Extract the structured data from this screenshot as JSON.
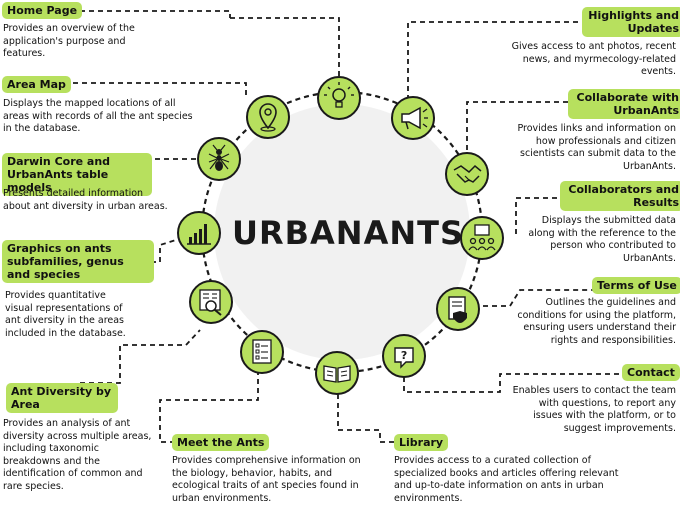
{
  "center": {
    "title": "URBANANTS"
  },
  "sections": [
    {
      "id": "home",
      "label": "Home Page",
      "desc": "Provides an overview of the application's purpose and features.",
      "icon": "bulb-icon"
    },
    {
      "id": "highlights",
      "label": "Highlights and Updates",
      "desc": "Gives access to ant photos, recent news, and myrmecology-related events.",
      "icon": "megaphone-icon"
    },
    {
      "id": "areamap",
      "label": "Area Map",
      "desc": "Displays the mapped locations of all areas with records of all the ant species in the database.",
      "icon": "location-pin-icon"
    },
    {
      "id": "collaborate",
      "label": "Collaborate with UrbanAnts",
      "desc": "Provides links and information on how professionals and citizen scientists can submit data to the UrbanAnts.",
      "icon": "handshake-icon"
    },
    {
      "id": "darwin",
      "label": "Darwin Core and UrbanAnts table models",
      "desc": "Presents detailed information about ant diversity in urban areas.",
      "icon": "ant-icon"
    },
    {
      "id": "collaborators",
      "label": "Collaborators and Results",
      "desc": "Displays the submitted data along with the reference to the person who contributed to UrbanAnts.",
      "icon": "team-icon"
    },
    {
      "id": "graphics",
      "label": "Graphics on ants subfamilies, genus and species",
      "desc": "Provides quantitative visual representations of ant diversity in the areas included in the database.",
      "icon": "bar-chart-icon"
    },
    {
      "id": "terms",
      "label": "Terms of Use",
      "desc": "Outlines the guidelines and conditions for using the platform, ensuring users understand their rights and responsibilities.",
      "icon": "shield-document-icon"
    },
    {
      "id": "antdiv",
      "label": "Ant Diversity by Area",
      "desc": "Provides an analysis of ant diversity across multiple areas, including taxonomic breakdowns and the identification of common and rare species.",
      "icon": "magnifier-list-icon"
    },
    {
      "id": "contact",
      "label": "Contact",
      "desc": "Enables users to contact the team with questions, to report any issues with the platform, or to suggest improvements.",
      "icon": "question-bubble-icon"
    },
    {
      "id": "meet",
      "label": "Meet the Ants",
      "desc": "Provides comprehensive information on the biology, behavior, habits, and ecological traits of ant species found in urban environments.",
      "icon": "checklist-icon"
    },
    {
      "id": "library",
      "label": "Library",
      "desc": "Provides access to a curated collection of specialized books and articles offering relevant and up-to-date information on ants in urban environments.",
      "icon": "open-book-icon"
    }
  ],
  "colors": {
    "accent": "#b7e05e",
    "circle_fill": "#f1f1f1",
    "stroke": "#1a1a1a"
  }
}
